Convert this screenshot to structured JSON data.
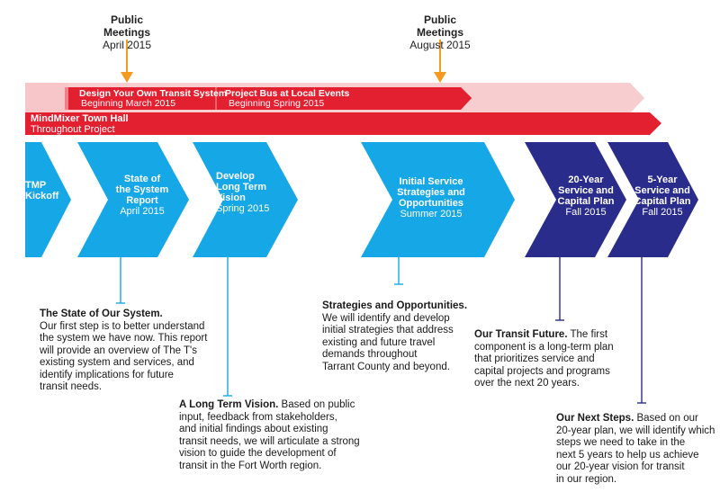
{
  "meetings": [
    {
      "title": "Public Meetings",
      "date": "April 2015"
    },
    {
      "title": "Public Meetings",
      "date": "August 2015"
    }
  ],
  "bars": {
    "design": {
      "title": "Design Your Own Transit System",
      "sub": "Beginning March 2015"
    },
    "bus": {
      "title": "Project Bus at Local Events",
      "sub": "Beginning Spring 2015"
    },
    "mindmixer": {
      "title": "MindMixer Town Hall",
      "sub": "Throughout Project"
    }
  },
  "phases": [
    {
      "lines": [
        "TMP",
        "Kickoff"
      ],
      "date": ""
    },
    {
      "lines": [
        "State of",
        "the System",
        "Report"
      ],
      "date": "April 2015"
    },
    {
      "lines": [
        "Develop",
        "Long Term",
        "Vision"
      ],
      "date": "Spring 2015"
    },
    {
      "lines": [
        "Initial Service",
        "Strategies and",
        "Opportunities"
      ],
      "date": "Summer 2015"
    },
    {
      "lines": [
        "20-Year",
        "Service and",
        "Capital Plan"
      ],
      "date": "Fall 2015"
    },
    {
      "lines": [
        "5-Year",
        "Service and",
        "Capital Plan"
      ],
      "date": "Fall 2015"
    }
  ],
  "notes": {
    "system": {
      "heading": "The State of Our System.",
      "lines": [
        "Our first step is to better understand",
        "the system we have now. This report",
        "will provide an overview of The T's",
        "existing system and services, and",
        "identify implications for future",
        "transit needs."
      ]
    },
    "vision": {
      "heading": "A Long Term Vision.",
      "lines": [
        " Based on public",
        "input, feedback from stakeholders,",
        "and initial findings about existing",
        "transit needs, we will articulate a strong",
        "vision to guide the development of",
        "transit in the Fort Worth region."
      ]
    },
    "strategies": {
      "heading": "Strategies and Opportunities.",
      "lines": [
        "We will identify and develop",
        "initial strategies that address",
        "existing and future travel",
        "demands throughout",
        "Tarrant County and beyond."
      ]
    },
    "future": {
      "heading": "Our Transit Future.",
      "lines": [
        " The first",
        "component is a long-term plan",
        "that prioritizes service and",
        "capital projects and programs",
        "over the next 20 years."
      ]
    },
    "next": {
      "heading": "Our Next Steps.",
      "lines": [
        " Based on our",
        "20-year plan, we will identify which",
        "steps we need to take in the",
        "next 5 years to help us achieve",
        "our 20-year vision for transit",
        "in our region."
      ]
    }
  },
  "colors": {
    "cyan": "#16a7e6",
    "navy": "#2a2c8c",
    "red": "#e3202f",
    "pink": "#f6c2c4",
    "orange": "#f39a1f"
  }
}
